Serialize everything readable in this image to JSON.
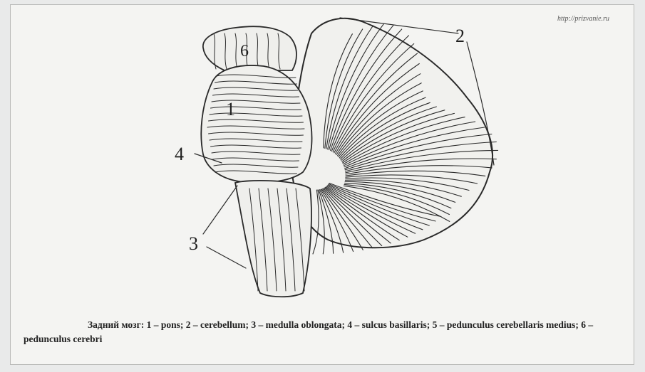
{
  "source_url": "http://prizvanie.ru",
  "caption": "Задний мозг: 1 – pons; 2 – cerebellum; 3 – medulla oblongata; 4 – sulcus basillaris; 5 – pedunculus cerebellaris medius; 6 – pedunculus cerebri",
  "labels": [
    "1",
    "2",
    "3",
    "4",
    "6"
  ]
}
